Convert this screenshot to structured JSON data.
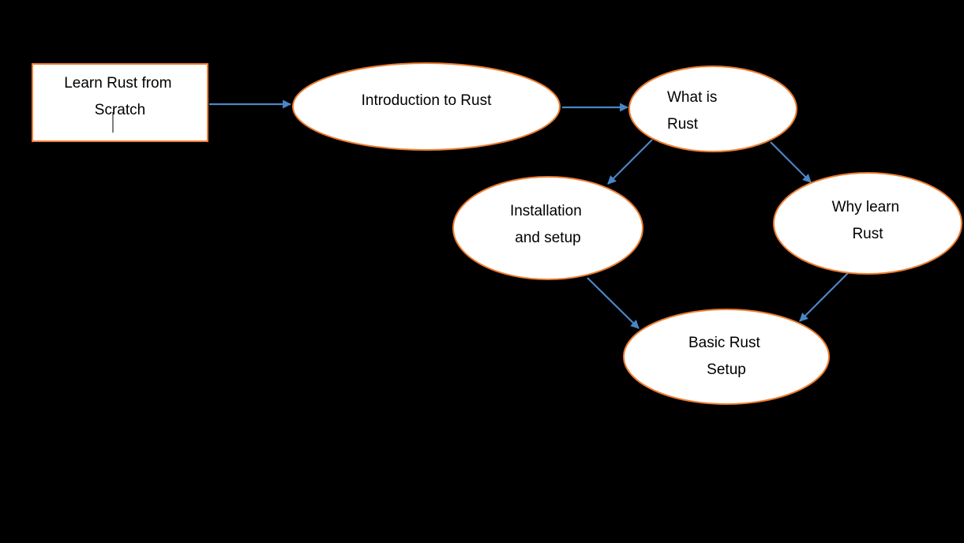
{
  "colors": {
    "background": "#000000",
    "node_fill": "#ffffff",
    "node_border": "#ED7D31",
    "connector": "#4A86C6",
    "text": "#000000"
  },
  "nodes": [
    {
      "id": "learn-rust",
      "shape": "rectangle",
      "lines": [
        "Learn Rust from",
        "Scratch"
      ]
    },
    {
      "id": "introduction",
      "shape": "ellipse",
      "lines": [
        "Introduction to Rust"
      ]
    },
    {
      "id": "what-is-rust",
      "shape": "ellipse",
      "lines": [
        "What is",
        "Rust"
      ]
    },
    {
      "id": "installation",
      "shape": "ellipse",
      "lines": [
        "Installation",
        "and setup"
      ]
    },
    {
      "id": "why-learn",
      "shape": "ellipse",
      "lines": [
        "Why learn",
        "Rust"
      ]
    },
    {
      "id": "basic-setup",
      "shape": "ellipse",
      "lines": [
        "Basic Rust",
        "Setup"
      ]
    }
  ],
  "edges": [
    {
      "from": "learn-rust",
      "to": "introduction"
    },
    {
      "from": "introduction",
      "to": "what-is-rust"
    },
    {
      "from": "what-is-rust",
      "to": "installation"
    },
    {
      "from": "what-is-rust",
      "to": "why-learn"
    },
    {
      "from": "installation",
      "to": "basic-setup"
    },
    {
      "from": "why-learn",
      "to": "basic-setup"
    }
  ]
}
